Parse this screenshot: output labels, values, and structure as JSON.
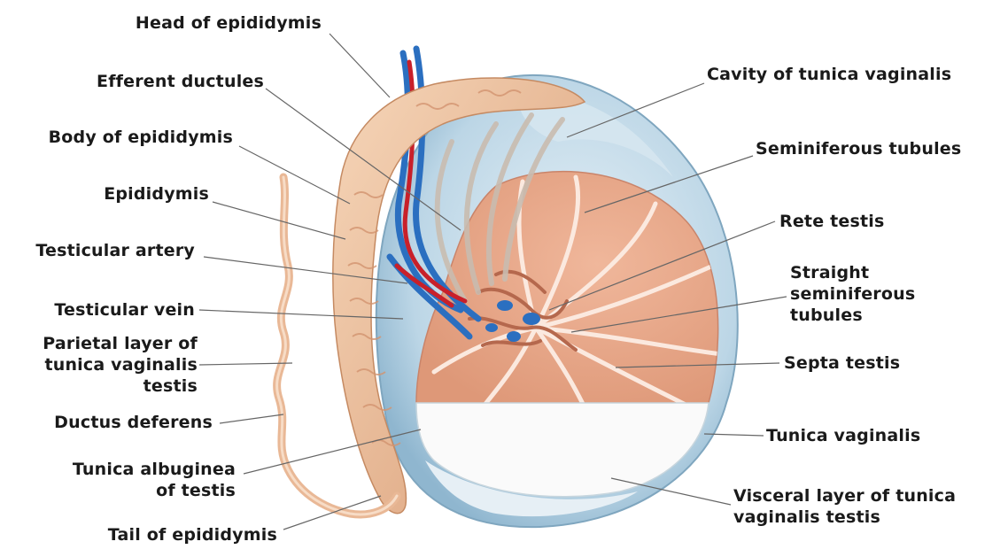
{
  "labels_left": {
    "head_of_epididymis": "Head of epididymis",
    "efferent_ductules": "Efferent ductules",
    "body_of_epididymis": "Body of epididymis",
    "epididymis": "Epididymis",
    "testicular_artery": "Testicular artery",
    "testicular_vein": "Testicular vein",
    "parietal_layer": [
      "Parietal layer of",
      "tunica vaginalis",
      "testis"
    ],
    "ductus_deferens": "Ductus deferens",
    "tunica_albuginea": [
      "Tunica albuginea",
      "of testis"
    ],
    "tail_of_epididymis": "Tail of epididymis"
  },
  "labels_right": {
    "cavity_of_tunica_vaginalis": "Cavity of tunica vaginalis",
    "seminiferous_tubules": "Seminiferous tubules",
    "rete_testis": "Rete testis",
    "straight_seminiferous_tubules": [
      "Straight",
      "seminiferous",
      "tubules"
    ],
    "septa_testis": "Septa testis",
    "tunica_vaginalis": "Tunica vaginalis",
    "visceral_layer": [
      "Visceral layer of tunica",
      "vaginalis testis"
    ]
  },
  "colors": {
    "testis_lobule": "#e8a98d",
    "septum": "#fbe9df",
    "epididymis": "#efc19f",
    "tunica_vaginalis": "#b7d3e3",
    "artery": "#c8202a",
    "vein": "#2b6fc0",
    "leader_line": "#666666"
  }
}
